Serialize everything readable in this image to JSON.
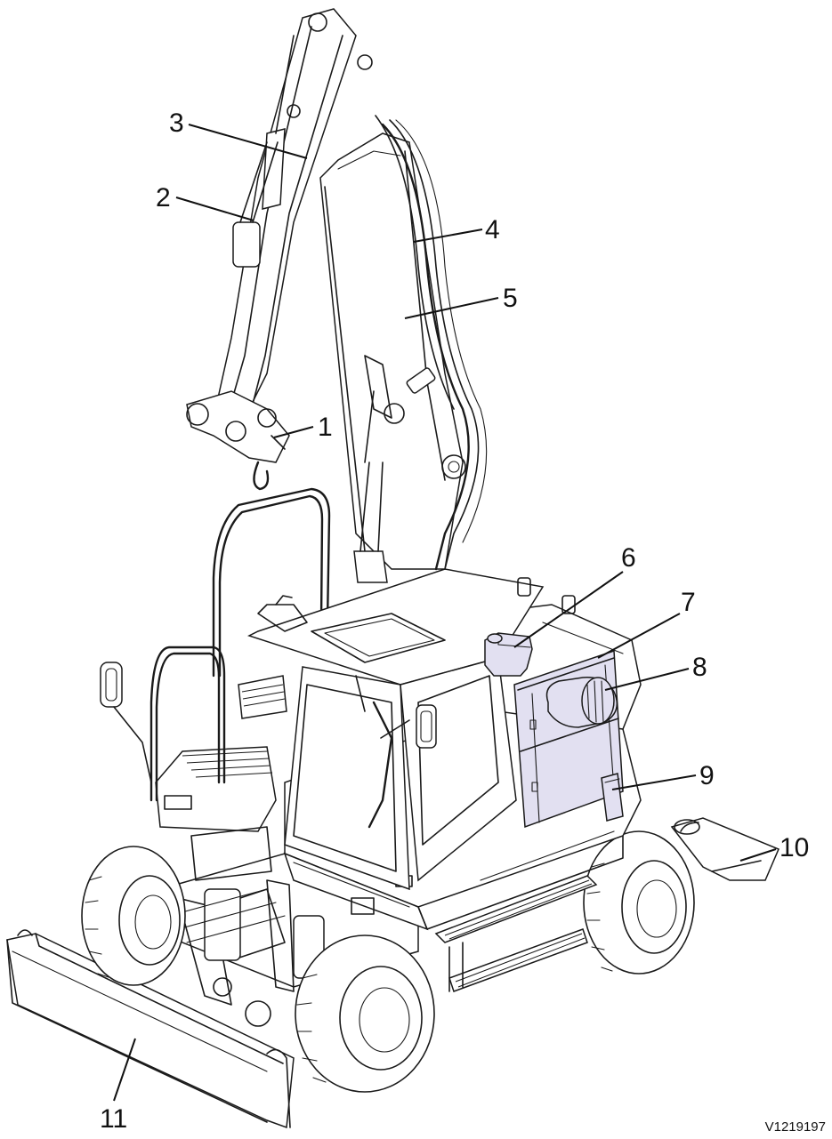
{
  "callouts": [
    {
      "id": "callout-1",
      "number": "1"
    },
    {
      "id": "callout-2",
      "number": "2"
    },
    {
      "id": "callout-3",
      "number": "3"
    },
    {
      "id": "callout-4",
      "number": "4"
    },
    {
      "id": "callout-5",
      "number": "5"
    },
    {
      "id": "callout-6",
      "number": "6"
    },
    {
      "id": "callout-7",
      "number": "7"
    },
    {
      "id": "callout-8",
      "number": "8"
    },
    {
      "id": "callout-9",
      "number": "9"
    },
    {
      "id": "callout-10",
      "number": "10"
    },
    {
      "id": "callout-11",
      "number": "11"
    }
  ],
  "reference_code": "V1219197",
  "colors": {
    "line": "#1a1a1a",
    "highlight": "#e2e0f1",
    "background": "#ffffff"
  }
}
